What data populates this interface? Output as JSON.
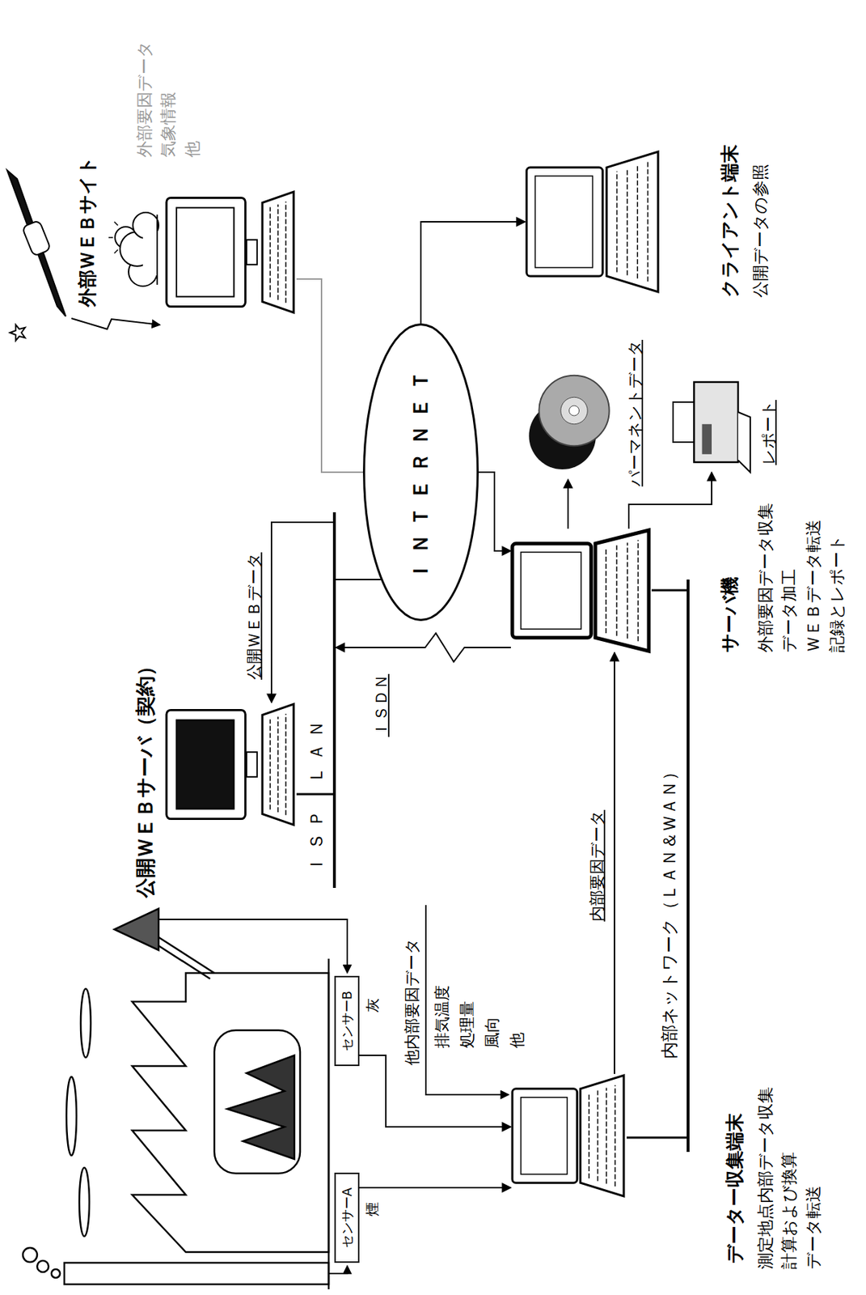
{
  "diagram": {
    "nodes": [
      {
        "text": [
          "公開ＷＥＢサーバ（契約）"
        ]
      },
      {
        "text": [
          "ＩＳＰ",
          "ＬＡＮ"
        ]
      },
      {
        "text": [
          "外部ＷＥＢサイト",
          "外部要因データ 気象情報 他"
        ]
      },
      {
        "text": [
          "ＩＮＴＥＲＮＥＴ"
        ]
      },
      {
        "text": [
          "センサーA"
        ]
      },
      {
        "text": [
          "センサーB"
        ]
      },
      {
        "text": [
          "データー収集端末",
          "測定地点内部データ収集 計算および換算 データ転送"
        ]
      },
      {
        "text": [
          "サーバ機",
          "外部要因データ収集 データ加工 ＷＥＢデータ転送 記録とレポート"
        ]
      },
      {
        "text": [
          "パーマネントデータ"
        ]
      },
      {
        "text": [
          "レポート"
        ]
      },
      {
        "text": [
          "クライアント端末",
          "公開データの参照"
        ]
      }
    ],
    "edges": [
      {
        "from": 4,
        "to": 6,
        "arrow": "to"
      },
      {
        "from": 5,
        "to": 6,
        "arrow": "to"
      },
      {
        "from": 6,
        "to": 7,
        "label": "内部要因データ",
        "arrow": "to"
      },
      {
        "from": 7,
        "to": 1,
        "label": "ＩＳＤＮ",
        "arrow": "to"
      },
      {
        "from": 1,
        "to": 0,
        "label": "公開ＷＥＢデータ",
        "arrow": "to"
      },
      {
        "from": 1,
        "to": 3,
        "arrow": "none"
      },
      {
        "from": 2,
        "to": 3,
        "arrow": "none"
      },
      {
        "from": 3,
        "to": 7,
        "arrow": "to"
      },
      {
        "from": 3,
        "to": 10,
        "arrow": "to"
      },
      {
        "from": 7,
        "to": 8,
        "arrow": "to"
      },
      {
        "from": 7,
        "to": 9,
        "arrow": "to"
      }
    ],
    "labels": [
      "煙",
      "灰",
      "他内部要因データ",
      "排気温度",
      "処理量",
      "風向",
      "他",
      "内部ネットワーク（ＬＡＮ＆ＷＡＮ）"
    ]
  }
}
